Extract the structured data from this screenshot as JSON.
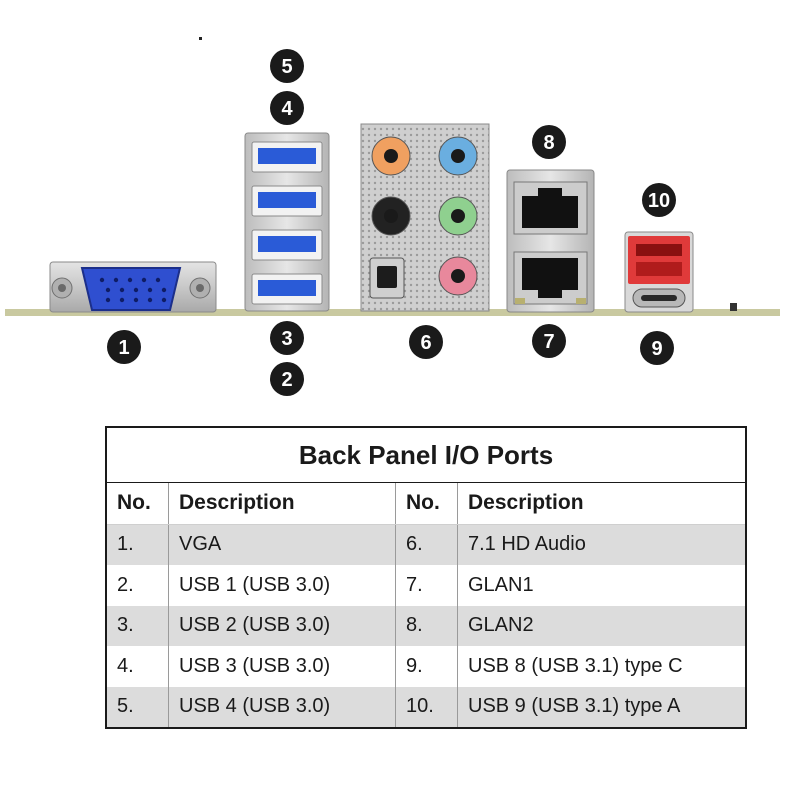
{
  "colors": {
    "callout_fill": "#1a1a1a",
    "callout_text": "#ffffff",
    "board_edge": "#c9c9a0",
    "usb3_blue": "#2a5bd7",
    "vga_blue": "#2f4fd0",
    "usb_typea_red": "#e03a3a",
    "table_shade": "#dcdcdc"
  },
  "figure": {
    "callouts": [
      "1",
      "2",
      "3",
      "4",
      "5",
      "6",
      "7",
      "8",
      "9",
      "10"
    ],
    "audio_jack_colors": [
      "#f0a060",
      "#6aaee0",
      "#222222",
      "#8fd08f",
      "#e8889c"
    ]
  },
  "table": {
    "title": "Back Panel I/O Ports",
    "headers": [
      "No.",
      "Description",
      "No.",
      "Description"
    ],
    "rows": [
      {
        "no1": "1.",
        "desc1": "VGA",
        "no2": "6.",
        "desc2": "7.1 HD Audio"
      },
      {
        "no1": "2.",
        "desc1": "USB 1 (USB 3.0)",
        "no2": "7.",
        "desc2": "GLAN1"
      },
      {
        "no1": "3.",
        "desc1": "USB 2 (USB 3.0)",
        "no2": "8.",
        "desc2": "GLAN2"
      },
      {
        "no1": "4.",
        "desc1": "USB 3 (USB 3.0)",
        "no2": "9.",
        "desc2": "USB 8 (USB 3.1) type C"
      },
      {
        "no1": "5.",
        "desc1": "USB 4 (USB 3.0)",
        "no2": "10.",
        "desc2": "USB 9 (USB 3.1) type A"
      }
    ]
  }
}
